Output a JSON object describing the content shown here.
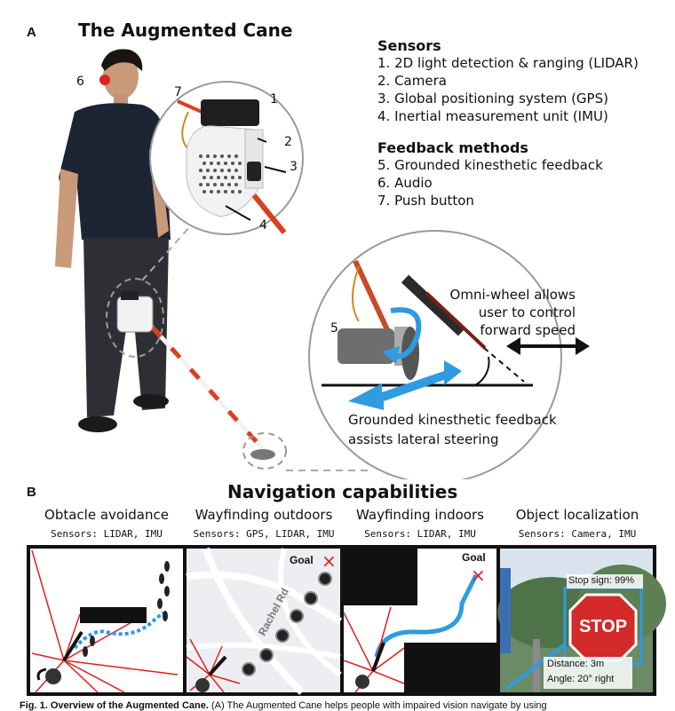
{
  "panel_a": {
    "letter": "A",
    "title": "The Augmented Cane",
    "sensors_heading": "Sensors",
    "sensors": [
      "1. 2D light detection & ranging (LIDAR)",
      "2. Camera",
      "3. Global positioning system (GPS)",
      "4. Inertial measurement unit (IMU)"
    ],
    "feedback_heading": "Feedback methods",
    "feedback": [
      "5. Grounded kinesthetic feedback",
      "6. Audio",
      "7. Push button"
    ],
    "numbers": {
      "n1": "1",
      "n2": "2",
      "n3": "3",
      "n4": "4",
      "n5": "5",
      "n6": "6",
      "n7": "7"
    },
    "omni_text": [
      "Omni-wheel allows",
      "user to control",
      "forward speed"
    ],
    "grounded_text": [
      "Grounded kinesthetic feedback",
      "assists lateral steering"
    ]
  },
  "panel_b": {
    "letter": "B",
    "title": "Navigation capabilities",
    "capabilities": [
      {
        "title": "Obtacle avoidance",
        "sensors": "Sensors: LIDAR, IMU"
      },
      {
        "title": "Wayfinding outdoors",
        "sensors": "Sensors: GPS, LIDAR, IMU"
      },
      {
        "title": "Wayfinding indoors",
        "sensors": "Sensors: LIDAR, IMU"
      },
      {
        "title": "Object localization",
        "sensors": "Sensors: Camera, IMU"
      }
    ],
    "goal_label": "Goal",
    "goal_marker": "×",
    "street_label": "Rachel Rd",
    "stop_sign_text": "STOP",
    "detection_label": "Stop sign: 99%",
    "distance_label": "Distance: 3m",
    "angle_label": "Angle: 20° right"
  },
  "caption": {
    "bold": "Fig. 1. Overview of the Augmented Cane.",
    "rest": " (A) The Augmented Cane helps people with impaired vision navigate by using"
  },
  "colors": {
    "accent_blue": "#2f9be0",
    "lidar_red": "#e0201e",
    "cane_red": "#d8401f",
    "device_white": "#f2f2f2",
    "shirt": "#1d2535",
    "pants": "#2d2f35"
  }
}
